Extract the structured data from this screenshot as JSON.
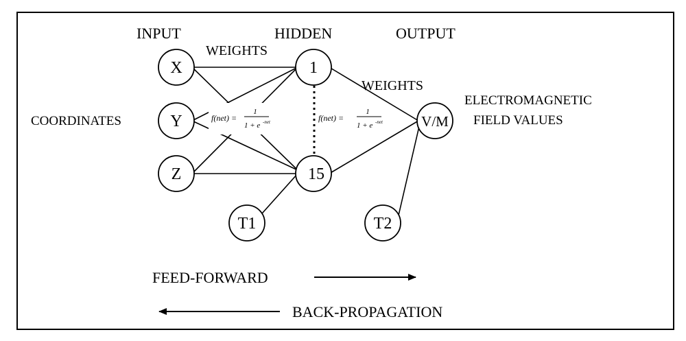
{
  "layers": {
    "input": "INPUT",
    "hidden": "HIDDEN",
    "output": "OUTPUT"
  },
  "weights_labels": [
    "WEIGHTS",
    "WEIGHTS"
  ],
  "coordinates_label": "COORDINATES",
  "output_label": {
    "line1": "ELECTROMAGNETIC",
    "line2": "FIELD VALUES"
  },
  "nodes": {
    "x": "X",
    "y": "Y",
    "z": "Z",
    "h1": "1",
    "h15": "15",
    "t1": "T1",
    "t2": "T2",
    "vm": "V/M"
  },
  "formula": {
    "lhs": "f(net) =",
    "numerator": "1",
    "denominator": "1 + e",
    "exponent": "-net"
  },
  "arrows": {
    "feed_forward": "FEED-FORWARD",
    "back_propagation": "BACK-PROPAGATION"
  }
}
